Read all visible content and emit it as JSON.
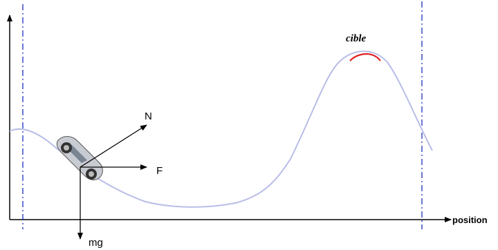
{
  "diagram": {
    "target_label": "cible",
    "x_axis_label": "position",
    "forces": {
      "normal": "N",
      "friction": "F",
      "weight": "mg"
    },
    "colors": {
      "track": "#b8bde8",
      "target_arc": "#e02020",
      "boundary": "#1a2fbf",
      "axes": "#000000"
    }
  }
}
